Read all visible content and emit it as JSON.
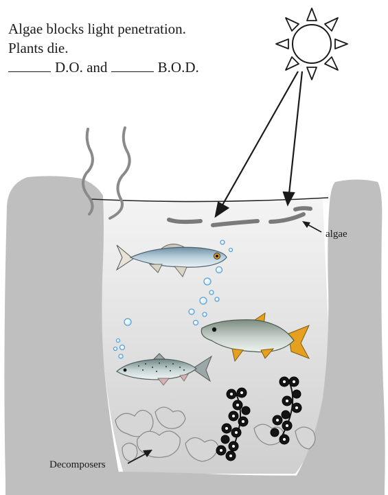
{
  "caption": {
    "line1": "Algae blocks light penetration.",
    "line2": "Plants die.",
    "line3_part1": "D.O. and",
    "line3_part2": "B.O.D."
  },
  "labels": {
    "algae": "algae",
    "decomposers": "Decomposers"
  },
  "icons": [
    "sun-icon",
    "fish-icon",
    "bubble-icon",
    "plant-icon",
    "decomposer-icon"
  ],
  "colors": {
    "rock": "#bfbfbf",
    "water_top": "#f2f2f2",
    "water_bottom": "#d6d6d6",
    "algae": "#7a7a7a",
    "smoke": "#8a8a8a",
    "fish_blue": "#9db8c8",
    "fish_gold": "#e6a020",
    "bubble": "#5aa3d8",
    "plant": "#141414"
  }
}
